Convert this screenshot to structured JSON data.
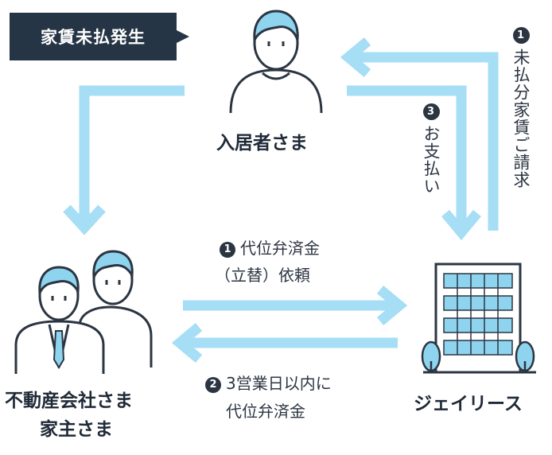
{
  "badge": {
    "label": "家賃未払発生"
  },
  "nodes": {
    "tenant": "入居者さま",
    "landlord_line1": "不動産会社さま",
    "landlord_line2": "家主さま",
    "company": "ジェイリース"
  },
  "steps": {
    "bill": {
      "num": "1",
      "text": "未払分家賃ご請求"
    },
    "pay": {
      "num": "3",
      "text": "お支払い"
    },
    "request": {
      "num": "1",
      "line1": "代位弁済金",
      "line2": "（立替）依頼"
    },
    "repay": {
      "num": "2",
      "line1": "3営業日以内に",
      "line2": "代位弁済金"
    }
  },
  "colors": {
    "arrow": "#a6def6",
    "dark": "#2b3542",
    "skin": "#ffffff",
    "hair": "#8fd4ee",
    "building": "#8fd4ee"
  }
}
